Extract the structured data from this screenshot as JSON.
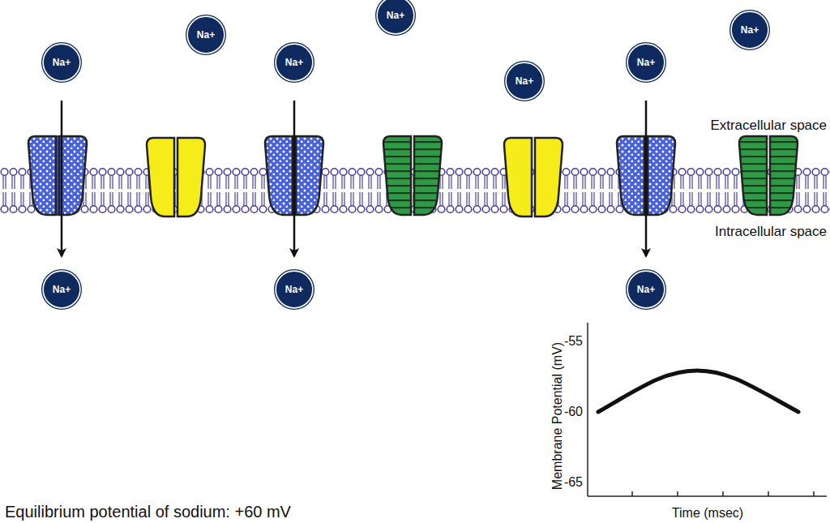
{
  "diagram": {
    "nodes": [
      {
        "text": [
          "Na+"
        ]
      },
      {
        "text": [
          "Na+"
        ]
      },
      {
        "text": [
          "Na+"
        ]
      },
      {
        "text": [
          "Na+"
        ]
      },
      {
        "text": [
          "Na+"
        ]
      },
      {
        "text": [
          "Na+"
        ]
      },
      {
        "text": [
          "Na+"
        ]
      },
      {
        "text": [
          "Na+"
        ]
      },
      {
        "text": [
          "Na+"
        ]
      },
      {
        "text": [
          "Na+"
        ]
      }
    ],
    "edges": [
      {
        "from": 3,
        "to": 7,
        "arrow": "to"
      },
      {
        "from": 4,
        "to": 8,
        "arrow": "to"
      },
      {
        "from": 5,
        "to": 9,
        "arrow": "to"
      }
    ],
    "labels": [
      "Extracellular space",
      "Intracellular space",
      "-55",
      "-60",
      "-65",
      "Membrane Potential (mV)",
      "Time (msec)",
      "Equilibrium potential of sodium: +60 mV"
    ]
  }
}
